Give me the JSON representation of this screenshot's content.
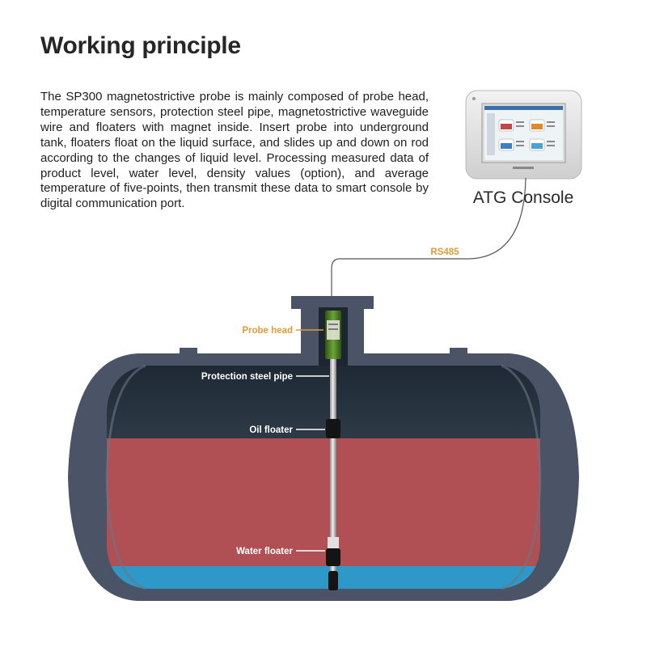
{
  "heading": "Working principle",
  "description": "The SP300 magnetostrictive probe is mainly composed of probe head, temperature sensors, protection steel pipe, magnetostrictive waveguide wire and floaters with magnet inside. Insert probe into underground tank, floaters float on the liquid surface, and slides up and down on rod according to the changes of liquid level. Processing measured data of product level, water level, density values (option), and average temperature of five-points, then transmit these data to smart console by digital communication port.",
  "console": {
    "label": "ATG Console",
    "connection": "RS485"
  },
  "labels": {
    "probe_head": "Probe head",
    "steel_pipe": "Protection steel pipe",
    "oil_floater": "Oil floater",
    "water_floater": "Water floater"
  },
  "colors": {
    "tank_body": "#4b5367",
    "tank_dark": "#1f2b38",
    "oil": "#b05055",
    "water": "#2e98c8",
    "label_orange": "#e09b3a",
    "probe_head": "#4a7a1e"
  }
}
